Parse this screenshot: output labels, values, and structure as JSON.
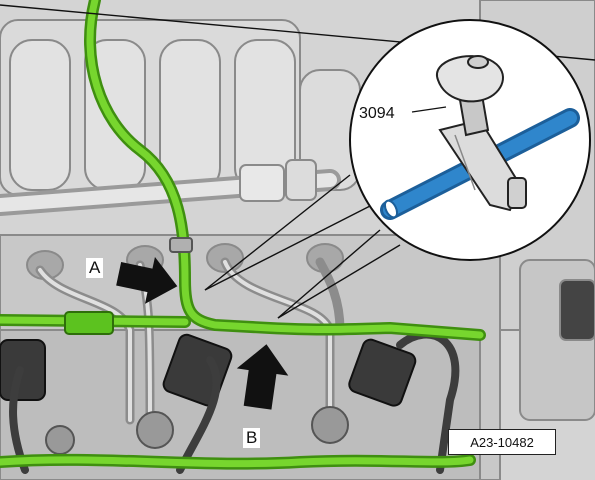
{
  "labels": {
    "arrow_a": "A",
    "arrow_b": "B",
    "tool_number": "3094",
    "figure_reference": "A23-10482"
  },
  "colors": {
    "wiring_harness": "#6fd02a",
    "fuel_hose": "#2f86cc",
    "engine_body": "#cfcfcf",
    "arrow": "#111111"
  }
}
